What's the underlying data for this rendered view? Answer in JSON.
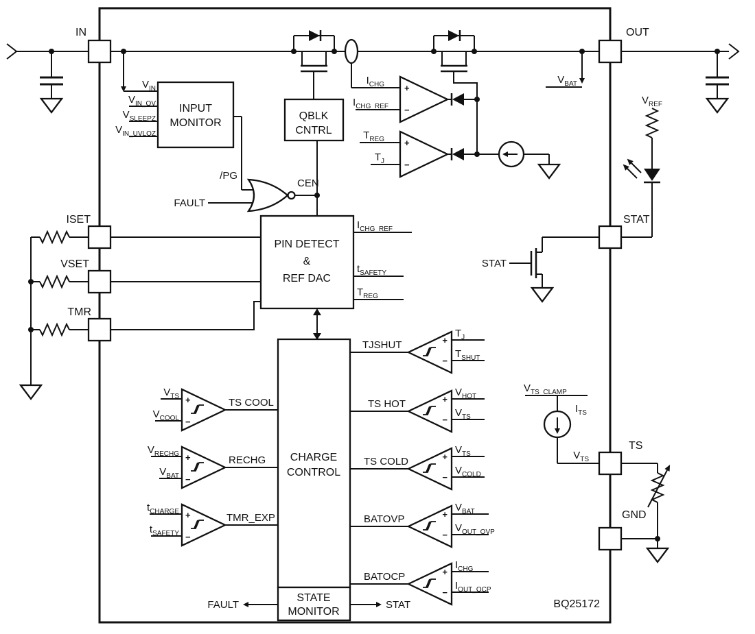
{
  "part_number": "BQ25172",
  "pins": {
    "in": "IN",
    "out": "OUT",
    "iset": "ISET",
    "vset": "VSET",
    "tmr": "TMR",
    "stat": "STAT",
    "ts": "TS",
    "gnd": "GND"
  },
  "blocks": {
    "input_monitor": {
      "line1": "INPUT",
      "line2": "MONITOR"
    },
    "qblk": {
      "line1": "QBLK",
      "line2": "CNTRL"
    },
    "pin_detect": {
      "line1": "PIN DETECT",
      "line2": "&",
      "line3": "REF DAC"
    },
    "charge_control": {
      "line1": "CHARGE",
      "line2": "CONTROL"
    },
    "state_monitor": {
      "line1": "STATE",
      "line2": "MONITOR"
    }
  },
  "signals": {
    "vin": {
      "b": "V",
      "s": "IN"
    },
    "vin_ov": {
      "b": "V",
      "s": "IN_OV"
    },
    "vsleepz": {
      "b": "V",
      "s": "SLEEPZ"
    },
    "vin_uvloz": {
      "b": "V",
      "s": "IN_UVLOZ"
    },
    "pg": "/PG",
    "fault": "FAULT",
    "cen": "CEN",
    "ichg": {
      "b": "I",
      "s": "CHG"
    },
    "ichg_ref": {
      "b": "I",
      "s": "CHG_REF"
    },
    "treg": {
      "b": "T",
      "s": "REG"
    },
    "tj": {
      "b": "T",
      "s": "J"
    },
    "vbat": {
      "b": "V",
      "s": "BAT"
    },
    "vref": {
      "b": "V",
      "s": "REF"
    },
    "tsafety": {
      "b": "t",
      "s": "SAFETY"
    },
    "tshut": {
      "b": "T",
      "s": "SHUT"
    },
    "vhot": {
      "b": "V",
      "s": "HOT"
    },
    "vts": {
      "b": "V",
      "s": "TS"
    },
    "vcold": {
      "b": "V",
      "s": "COLD"
    },
    "vcool": {
      "b": "V",
      "s": "COOL"
    },
    "vrechg": {
      "b": "V",
      "s": "RECHG"
    },
    "tcharge": {
      "b": "t",
      "s": "CHARGE"
    },
    "vout_ovp": {
      "b": "V",
      "s": "OUT_OVP"
    },
    "iout_ocp": {
      "b": "I",
      "s": "OUT_OCP"
    },
    "vts_clamp": {
      "b": "V",
      "s": "TS_CLAMP"
    },
    "its": {
      "b": "I",
      "s": "TS"
    },
    "stat": "STAT"
  },
  "comparators": {
    "ts_cool": "TS COOL",
    "rechg": "RECHG",
    "tmr_exp": "TMR_EXP",
    "tjshut": "TJSHUT",
    "ts_hot": "TS HOT",
    "ts_cold": "TS COLD",
    "batovp": "BATOVP",
    "batocp": "BATOCP"
  },
  "symbols": {
    "plus": "+",
    "minus": "−"
  }
}
